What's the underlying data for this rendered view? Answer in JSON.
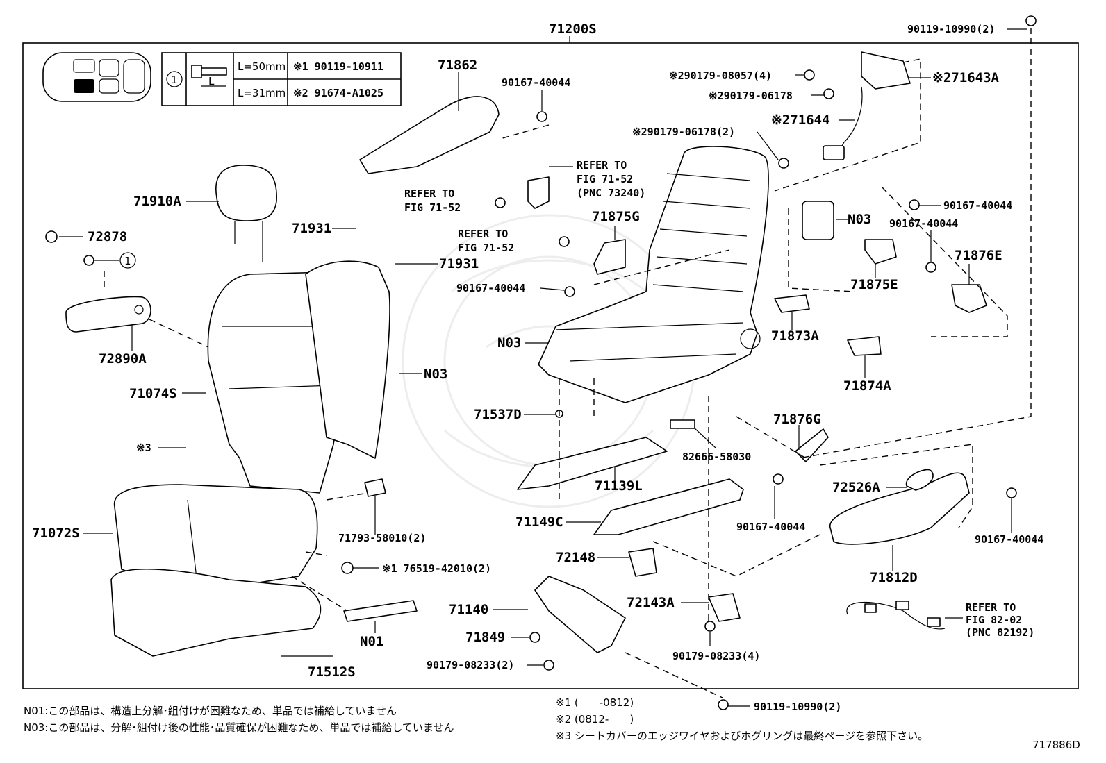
{
  "diagram": {
    "assembly_part": "71200S",
    "figure_code": "717886D",
    "inset_table": {
      "callout": "1",
      "rows": [
        {
          "length": "L=50mm",
          "part": "※1 90119-10911"
        },
        {
          "length": "L=31mm",
          "part": "※2 91674-A1025"
        }
      ],
      "bolt_label": "L"
    },
    "labels": {
      "p71862": "71862",
      "p90167_a": "90167-40044",
      "p90119_top": "90119-10990(2)",
      "p90179_08057": "※290179-08057(4)",
      "p71643A": "※271643A",
      "p90179_06178_a": "※290179-06178",
      "p71644": "※271644",
      "p90179_06178_b": "※290179-06178(2)",
      "p71910A": "71910A",
      "p72878": "72878",
      "callout_1": "1",
      "p71931_a": "71931",
      "p71931_b": "71931",
      "p71875G": "71875G",
      "pN03_a": "N03",
      "p90167_b": "90167-40044",
      "p90167_c": "90167-40044",
      "p72890A": "72890A",
      "p90167_d": "90167-40044",
      "p71875E": "71875E",
      "p71876E": "71876E",
      "p71873A": "71873A",
      "pN03_b": "N03",
      "pN03_c": "N03",
      "p71074S": "71074S",
      "p71874A": "71874A",
      "p71537D": "71537D",
      "p71876G": "71876G",
      "star3": "※3",
      "p82666": "82666-58030",
      "p71139L": "71139L",
      "p72526A": "72526A",
      "p71793": "71793-58010(2)",
      "p71149C": "71149C",
      "p90167_e": "90167-40044",
      "p90167_f": "90167-40044",
      "p71072S": "71072S",
      "p72148": "72148",
      "p76519": "※1 76519-42010(2)",
      "p71812D": "71812D",
      "p72143A": "72143A",
      "p71140": "71140",
      "p71849": "71849",
      "pN01": "N01",
      "p90179_08233_a": "90179-08233(2)",
      "p90179_08233_b": "90179-08233(4)",
      "p71512S": "71512S",
      "p90119_bottom": "90119-10990(2)"
    },
    "refer_notes": {
      "belt": [
        "REFER TO",
        "FIG 71-52",
        "(PNC 73240)"
      ],
      "fig_a": [
        "REFER TO",
        "FIG 71-52"
      ],
      "fig_b": [
        "REFER TO",
        "FIG 71-52"
      ],
      "wire": [
        "REFER TO",
        "FIG 82-02",
        "(PNC 82192)"
      ]
    }
  },
  "footnotes": {
    "n01": "N01:この部品は、構造上分解･組付けが困難なため、単品では補給していません",
    "n03": "N03:この部品は、分解･組付け後の性能･品質確保が困難なため、単品では補給していません",
    "star1": "※1 (　　-0812)",
    "star2": "※2 (0812-　　)",
    "star3": "※3 シートカバーのエッジワイヤおよびホグリングは最終ページを参照下さい。"
  }
}
